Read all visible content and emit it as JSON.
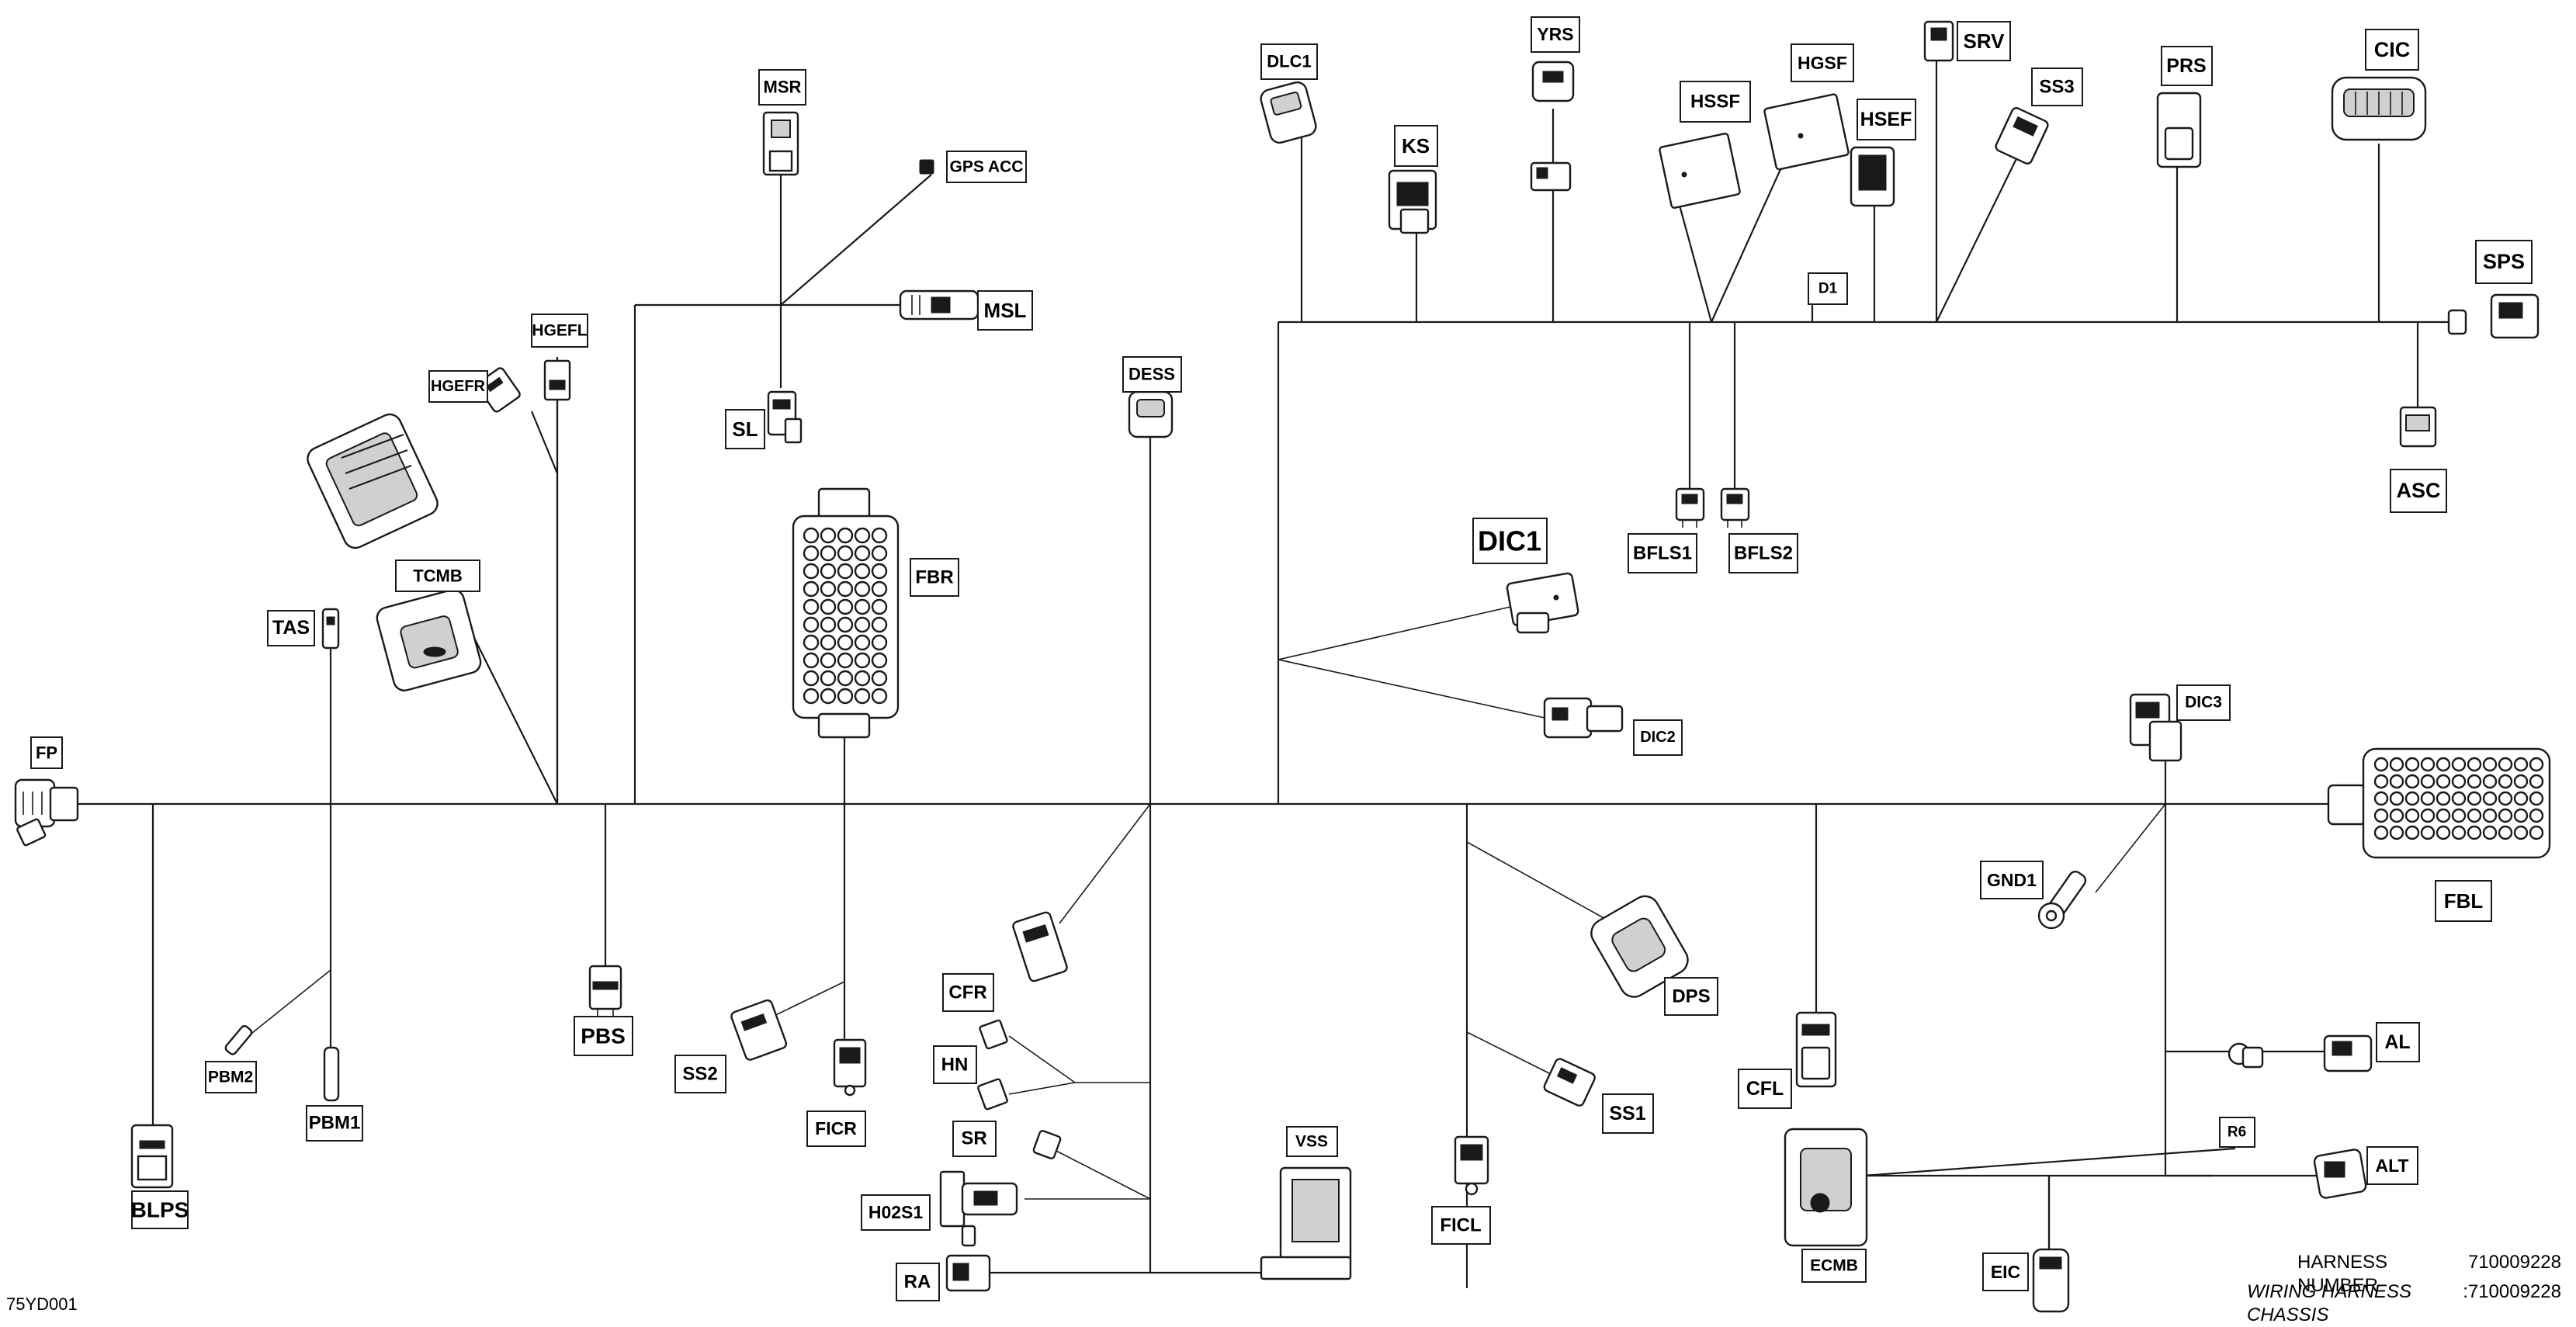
{
  "figure_id": "75YD001",
  "harness": {
    "number_label": "HARNESS NUMBER",
    "number_value": "710009228",
    "chassis_label": "WIRING HARNESS CHASSIS",
    "chassis_sep": ":",
    "chassis_value": "710009228"
  },
  "labels": {
    "fp": "FP",
    "blps": "BLPS",
    "tas": "TAS",
    "pbm2": "PBM2",
    "pbm1": "PBM1",
    "hgefr": "HGEFR",
    "hgefl": "HGEFL",
    "tcmb": "TCMB",
    "pbs": "PBS",
    "msr": "MSR",
    "gps_acc": "GPS ACC",
    "msl": "MSL",
    "sl": "SL",
    "fbr": "FBR",
    "ss2": "SS2",
    "ficr": "FICR",
    "dess": "DESS",
    "cfr": "CFR",
    "hn": "HN",
    "sr": "SR",
    "h02s1": "H02S1",
    "ra": "RA",
    "vss": "VSS",
    "dlc1": "DLC1",
    "ks": "KS",
    "yrs": "YRS",
    "hssf": "HSSF",
    "hgsf": "HGSF",
    "hsef": "HSEF",
    "srv": "SRV",
    "ss3": "SS3",
    "prs": "PRS",
    "cic": "CIC",
    "sps": "SPS",
    "asc": "ASC",
    "d1": "D1",
    "bfls1": "BFLS1",
    "bfls2": "BFLS2",
    "dic1": "DIC1",
    "dic2": "DIC2",
    "dic3": "DIC3",
    "fbl": "FBL",
    "gnd1": "GND1",
    "dps": "DPS",
    "ss1": "SS1",
    "ficl": "FICL",
    "cfl": "CFL",
    "ecmb": "ECMB",
    "eic": "EIC",
    "al": "AL",
    "r6": "R6",
    "alt": "ALT"
  }
}
